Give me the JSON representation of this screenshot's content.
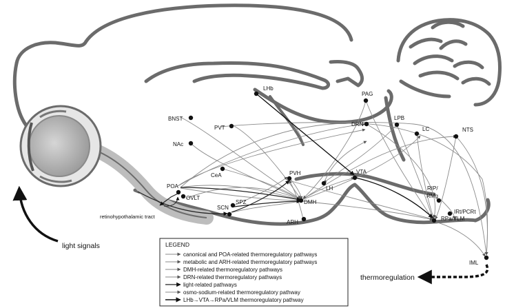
{
  "nodes": {
    "lhb": "LHb",
    "pag": "PAG",
    "bnst": "BNST",
    "pvt": "PVT",
    "drn": "DRN",
    "lpb": "LPB",
    "nac": "NAc",
    "lc": "LC",
    "nts": "NTS",
    "cea": "CeA",
    "pvh": "PVH",
    "vta": "VTA",
    "poa": "POA",
    "lh": "LH",
    "ovlt": "OVLT",
    "spz": "SPZ",
    "dmh": "DMH",
    "scn": "SCN",
    "rip_line1": "RIP/",
    "rip_line2": "RMg",
    "irt": "IRt/PCRt",
    "rpa": "RPa/VLM",
    "arh": "ARH",
    "iml": "IML"
  },
  "annotations": {
    "retino": "retinohypothalamic tract",
    "light_signals": "light signals",
    "thermoregulation": "thermoregulation"
  },
  "legend": {
    "title": "LEGEND",
    "items": [
      "canonical and POA-related thermoregulatory pathways",
      "metabolic and ARH-related thermoregulatory pathways",
      "DMH-related thermoregulatory pathways",
      "DRN-related thermoregulatory pathways",
      "light-related pathways",
      "osmo-sodium-related thermoregulatory pathway",
      "LHb→VTA→RPa/VLM thermoregulatory pathway"
    ]
  },
  "colors": {
    "outline": "#6b6b6b",
    "pathway": "#8a8a8a",
    "lhb_pathway": "#111111",
    "eye_fill": "#d9d9d9"
  }
}
